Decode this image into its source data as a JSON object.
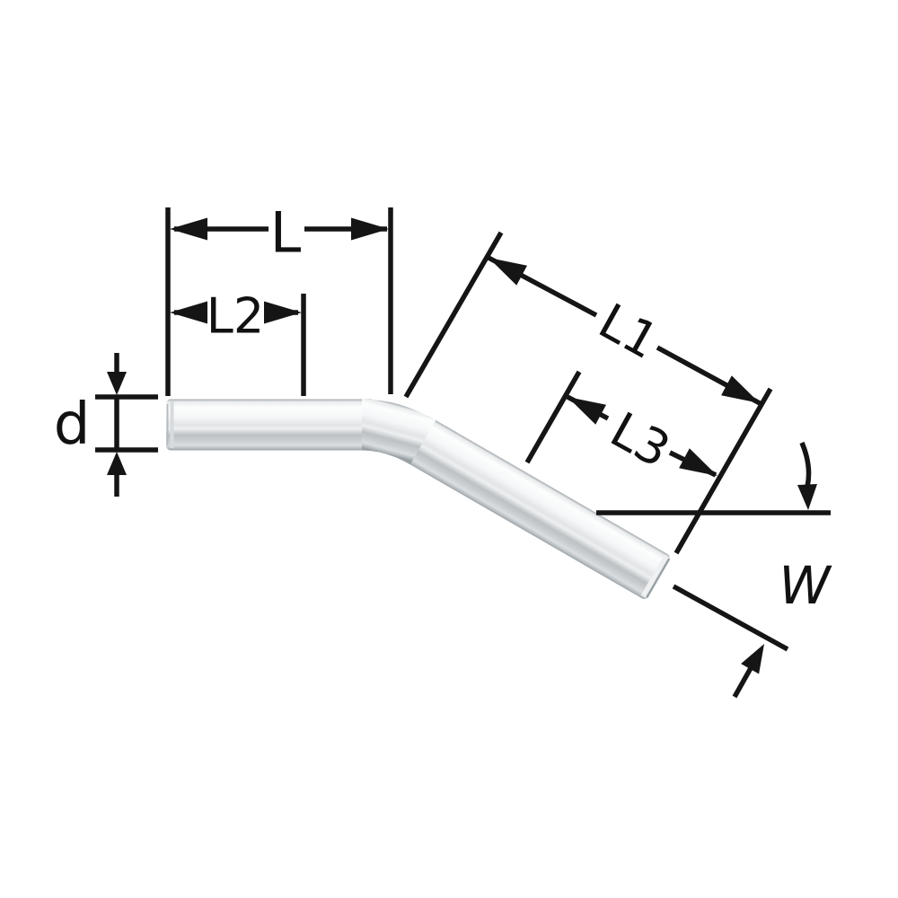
{
  "diagram": {
    "kind": "dimensioned technical drawing of a bent pipe elbow",
    "background_color": "#ffffff",
    "line_color": "#151515",
    "pipe": {
      "edge_color": "#9aa1a5",
      "highlight_color": "#fcfdfd",
      "mid_color": "#e2e5e7",
      "shadow_color": "#bcc1c4",
      "bend_angle_degrees": 30
    },
    "labels": {
      "L": "L",
      "L2": "L2",
      "L1": "L1",
      "L3": "L3",
      "d": "d",
      "W": "W"
    }
  }
}
